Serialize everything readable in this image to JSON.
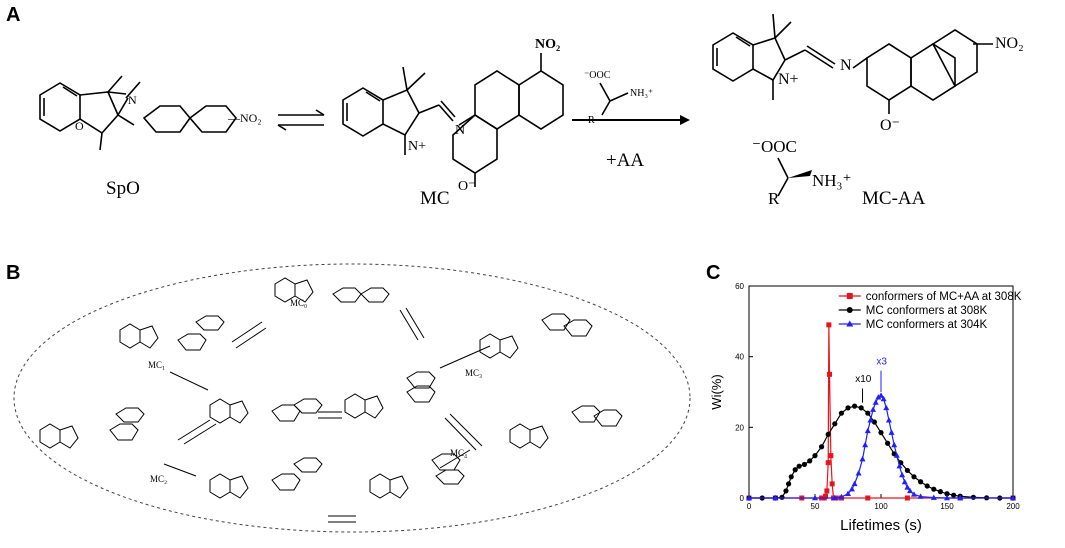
{
  "panels": {
    "a": "A",
    "b": "B",
    "c": "C"
  },
  "scheme": {
    "spo": "SpO",
    "mc": "MC",
    "mcaa": "MC-AA",
    "reagent": "+AA",
    "atoms": {
      "no2": "NO₂",
      "no2_alt": "—NO₂",
      "n": "N",
      "nplus": "N+",
      "n_plain": "N",
      "o": "O",
      "o_minus": "O⁻",
      "ominus_sup": "O⁻",
      "r": "R",
      "nh3": "NH₃⁺",
      "ooc": "⁻OOC",
      "ooc_big": "⁻OOC"
    }
  },
  "conformers": {
    "mc0": "MC₀",
    "mc1": "MC₁",
    "mc2": "MC₂",
    "mc3": "MC₃",
    "mc4": "MC₄"
  },
  "chart_data": {
    "type": "scatter",
    "xlabel": "Lifetimes (s)",
    "ylabel": "Wi(%)",
    "xlim": [
      0,
      200
    ],
    "ylim": [
      0,
      60
    ],
    "xticks": [
      0,
      50,
      100,
      150,
      200
    ],
    "yticks": [
      0,
      20,
      40,
      60
    ],
    "legend_position": "top-right",
    "annotations": [
      {
        "text": "x10",
        "x": 85,
        "y": 32,
        "color": "#000000"
      },
      {
        "text": "x3",
        "x": 101,
        "y": 37,
        "color": "#1f1fff"
      }
    ],
    "series": [
      {
        "name": "conformers of MC+AA at 308K",
        "color": "#e8141b",
        "marker": "square",
        "x": [
          0,
          20,
          40,
          55,
          57,
          58,
          59,
          60,
          60.5,
          61,
          62,
          63,
          64,
          66,
          70,
          90,
          120,
          160,
          200
        ],
        "y": [
          0,
          0,
          0,
          0,
          0,
          0.5,
          2,
          10,
          49,
          35,
          12,
          4,
          0,
          0,
          0,
          0,
          0,
          0,
          0
        ]
      },
      {
        "name": "MC conformers at 308K",
        "color": "#000000",
        "marker": "circle",
        "x": [
          0,
          10,
          20,
          25,
          28,
          30,
          32,
          35,
          38,
          42,
          46,
          50,
          55,
          60,
          65,
          70,
          75,
          80,
          85,
          90,
          95,
          100,
          105,
          110,
          115,
          120,
          125,
          130,
          135,
          140,
          145,
          150,
          155,
          160,
          170,
          180,
          190,
          200
        ],
        "y": [
          0,
          0,
          0,
          0.2,
          2,
          4,
          6,
          8,
          9,
          9.5,
          10.5,
          12,
          14.5,
          18,
          21,
          24,
          25.5,
          26,
          25.5,
          24,
          21.5,
          18.5,
          15.5,
          12.5,
          10,
          7.8,
          6,
          4.6,
          3.4,
          2.5,
          1.8,
          1.2,
          0.8,
          0.5,
          0.2,
          0.05,
          0,
          0
        ]
      },
      {
        "name": "MC conformers at 304K",
        "color": "#1f1fff",
        "marker": "triangle",
        "x": [
          0,
          20,
          50,
          65,
          70,
          75,
          78,
          80,
          83,
          86,
          88,
          90,
          92,
          94,
          96,
          98,
          100,
          102,
          104,
          106,
          108,
          110,
          112,
          114,
          116,
          118,
          120,
          122,
          125,
          130,
          140,
          150,
          160,
          200
        ],
        "y": [
          0,
          0,
          0,
          0,
          0.3,
          1.2,
          2.5,
          4,
          7,
          11,
          15,
          19,
          22,
          25,
          27,
          28.5,
          29,
          28,
          25.5,
          22,
          18.5,
          15,
          12,
          9,
          6.5,
          4.5,
          3,
          2,
          1,
          0.4,
          0.1,
          0,
          0,
          0
        ]
      }
    ]
  }
}
